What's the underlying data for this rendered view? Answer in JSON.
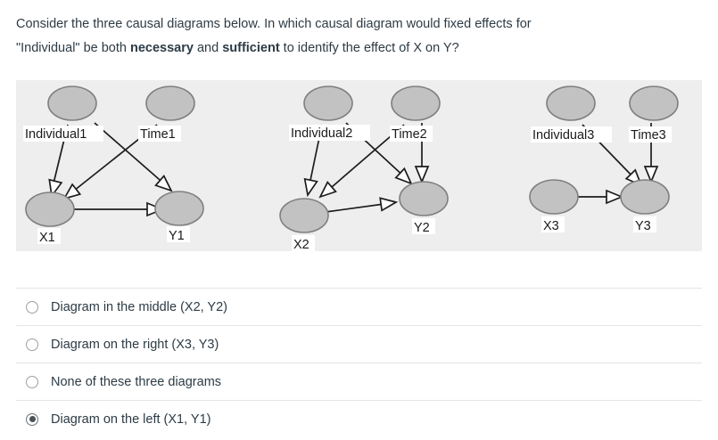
{
  "question": {
    "line1_part1": "Consider the three causal diagrams below. In which causal diagram would fixed effects for",
    "line2_part1": "\"Individual\" be both ",
    "line2_bold1": "necessary",
    "line2_part2": " and ",
    "line2_bold2": "sufficient",
    "line2_part3": " to identify the effect of X on Y?"
  },
  "diagrams": [
    {
      "id": "diagram-left",
      "nodes": [
        {
          "name": "individual",
          "label": "Individual1"
        },
        {
          "name": "time",
          "label": "Time1"
        },
        {
          "name": "x",
          "label": "X1"
        },
        {
          "name": "y",
          "label": "Y1"
        }
      ],
      "edges": [
        {
          "from": "Individual1",
          "to": "X1"
        },
        {
          "from": "Individual1",
          "to": "Y1"
        },
        {
          "from": "Time1",
          "to": "X1"
        },
        {
          "from": "X1",
          "to": "Y1"
        }
      ]
    },
    {
      "id": "diagram-middle",
      "nodes": [
        {
          "name": "individual",
          "label": "Individual2"
        },
        {
          "name": "time",
          "label": "Time2"
        },
        {
          "name": "x",
          "label": "X2"
        },
        {
          "name": "y",
          "label": "Y2"
        }
      ],
      "edges": [
        {
          "from": "Individual2",
          "to": "X2"
        },
        {
          "from": "Individual2",
          "to": "Y2"
        },
        {
          "from": "Time2",
          "to": "X2"
        },
        {
          "from": "Time2",
          "to": "Y2"
        },
        {
          "from": "X2",
          "to": "Y2"
        }
      ]
    },
    {
      "id": "diagram-right",
      "nodes": [
        {
          "name": "individual",
          "label": "Individual3"
        },
        {
          "name": "time",
          "label": "Time3"
        },
        {
          "name": "x",
          "label": "X3"
        },
        {
          "name": "y",
          "label": "Y3"
        }
      ],
      "edges": [
        {
          "from": "Individual3",
          "to": "Y3"
        },
        {
          "from": "Time3",
          "to": "Y3"
        },
        {
          "from": "X3",
          "to": "Y3"
        }
      ]
    }
  ],
  "options": [
    {
      "label": "Diagram in the middle (X2, Y2)",
      "selected": false
    },
    {
      "label": "Diagram on the right (X3, Y3)",
      "selected": false
    },
    {
      "label": "None of these three diagrams",
      "selected": false
    },
    {
      "label": "Diagram on the left (X1, Y1)",
      "selected": true
    }
  ],
  "colors": {
    "node_fill": "#c2c2c2",
    "node_stroke": "#7f7f7f",
    "panel_bg": "#eeeeee",
    "text": "#2d3b45",
    "divider": "#e3e5e7",
    "radio_selected": "#4a5055"
  }
}
